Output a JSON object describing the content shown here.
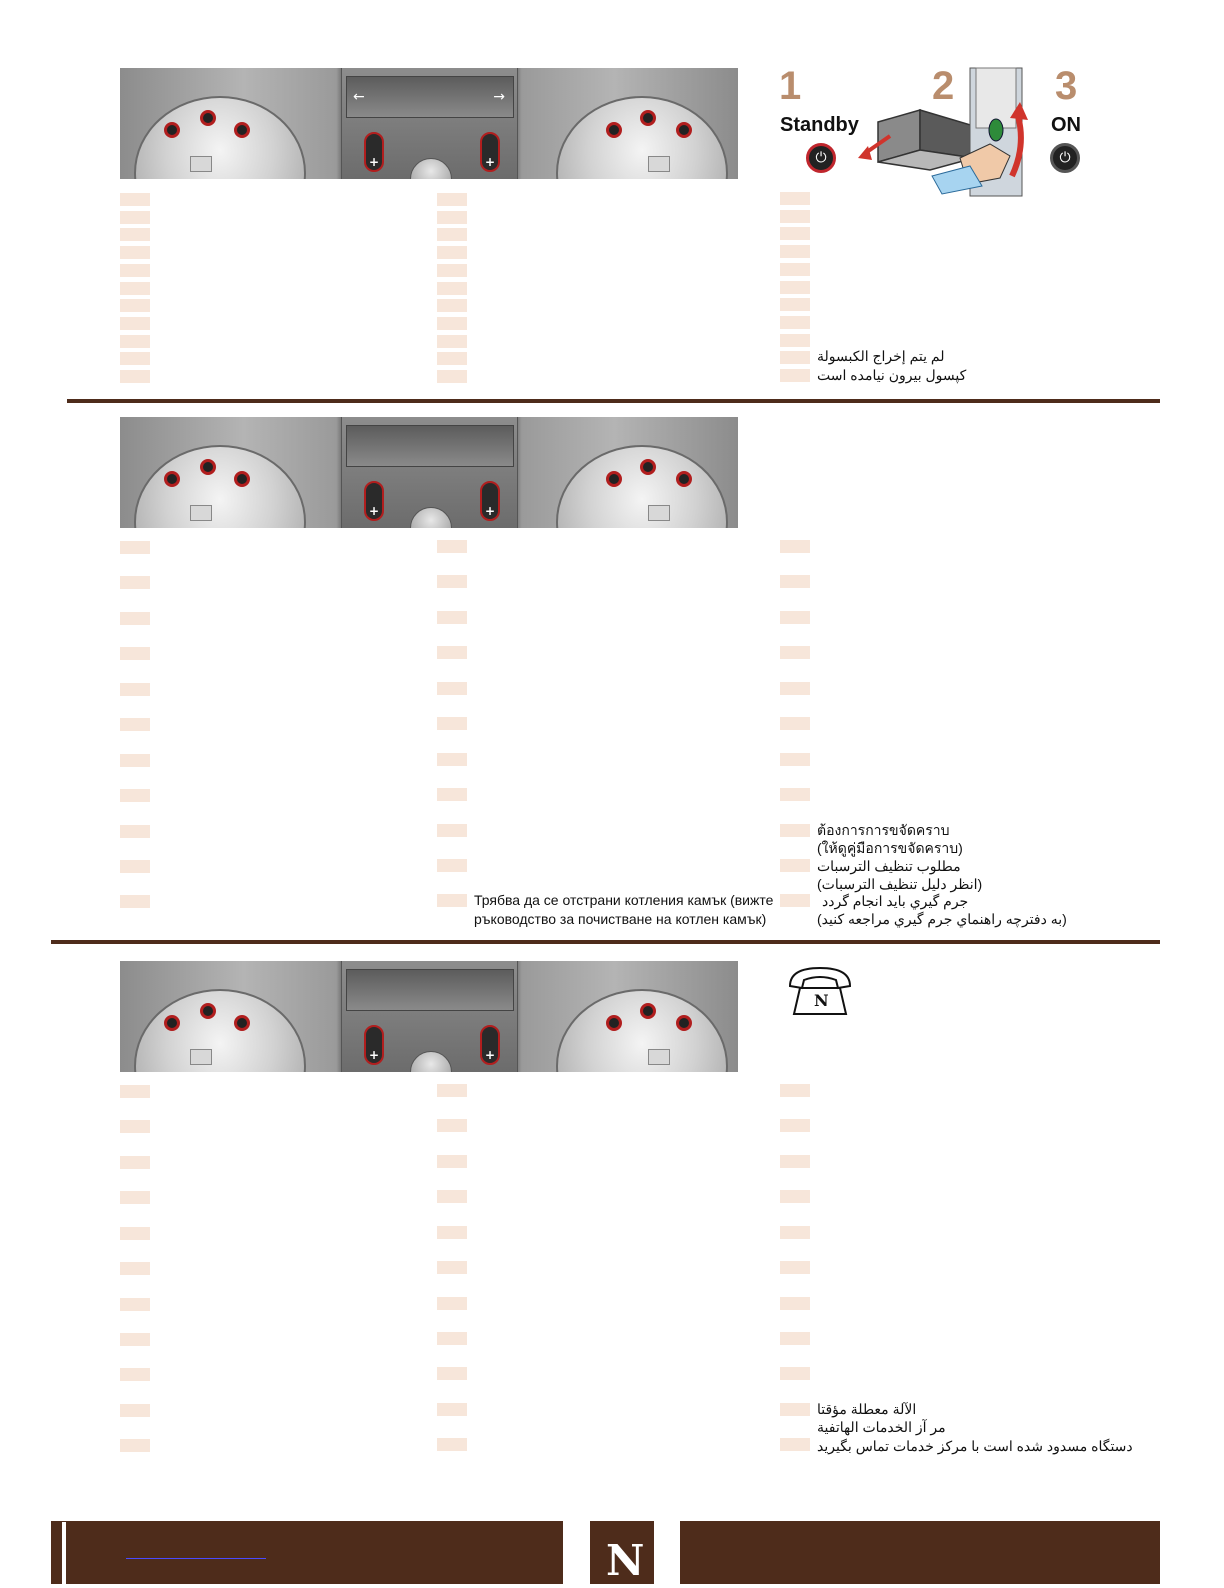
{
  "sections": [
    {
      "id": "capsule",
      "texts": {
        "col3_line1": "لم يتم إخراج الكبسولة",
        "col3_line2": "كپسول بيرون نيامده است"
      }
    },
    {
      "id": "descaling",
      "texts": {
        "col2_line1": "Трябва да се отстрани котления камък (вижте",
        "col2_line2": "ръководство за почистване на котлен камък)",
        "col3_line1": "ต้องการการขจัดคราบ",
        "col3_line2": "(ให้ดูคู่มือการขจัดคราบ)",
        "col3_line3": "مطلوب تنظيف الترسبات",
        "col3_line4": "(انظر دليل تنظيف الترسبات)",
        "col3_line5": "جرم گيري بايد انجام گردد",
        "col3_line6": "(به دفترچه راهنماي جرم گيري مراجعه كنيد)"
      }
    },
    {
      "id": "blocked",
      "texts": {
        "col3_line1": "الآلة معطلة مؤقتا",
        "col3_line2": "مر آز الخدمات الهاتفية",
        "col3_line3": "دستگاه مسدود شده است با مركز خدمات تماس بگيريد"
      }
    }
  ],
  "steps": {
    "n1": "1",
    "n2": "2",
    "n3": "3",
    "standby_label": "Standby",
    "on_label": "ON"
  },
  "colors": {
    "brand_brown": "#4e2c1b",
    "tick_fill": "#f7e6da",
    "button_red": "#b11e1e",
    "step_number": "#b98d6d"
  },
  "icons": [
    "power-icon",
    "telephone-icon",
    "nespresso-logo-icon",
    "arrow-left-icon",
    "arrow-right-icon"
  ]
}
